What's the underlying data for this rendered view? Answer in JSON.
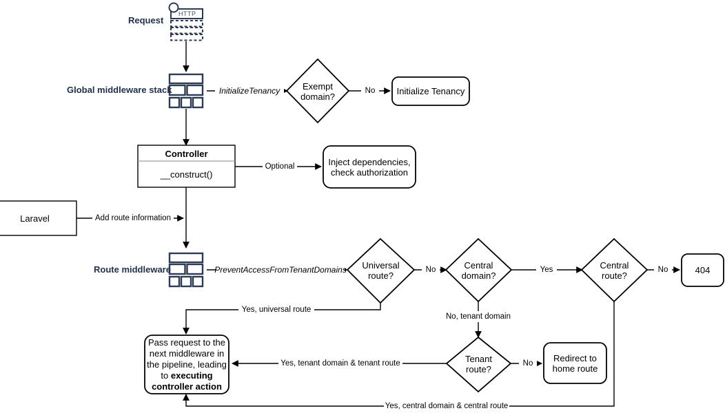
{
  "diagram": {
    "title": "Laravel multi-tenancy request lifecycle flowchart",
    "colors": {
      "label_navy": "#22304a",
      "stroke_black": "#000000",
      "icon_navy": "#2d3b52",
      "background": "#ffffff"
    }
  },
  "side_labels": [
    {
      "id": "request",
      "text": "Request"
    },
    {
      "id": "global-middleware-stack",
      "text": "Global middleware stack"
    },
    {
      "id": "route-middleware",
      "text": "Route middleware"
    }
  ],
  "icons": {
    "http_request": {
      "name": "http-request-icon",
      "label": "HTTP"
    },
    "global_stack": {
      "name": "middleware-stack-icon"
    },
    "route_stack": {
      "name": "middleware-stack-icon"
    }
  },
  "nodes": {
    "exempt_domain": {
      "label": "Exempt\ndomain?",
      "shape": "diamond"
    },
    "initialize_tenancy": {
      "label": "Initialize Tenancy",
      "shape": "rounded-rect"
    },
    "controller": {
      "title": "Controller",
      "body": "__construct()",
      "shape": "class-box"
    },
    "inject_dependencies": {
      "label": "Inject dependencies,\ncheck authorization",
      "shape": "rounded-rect"
    },
    "laravel": {
      "label": "Laravel",
      "shape": "rect"
    },
    "universal_route": {
      "label": "Universal\nroute?",
      "shape": "diamond"
    },
    "central_domain": {
      "label": "Central\ndomain?",
      "shape": "diamond"
    },
    "central_route": {
      "label": "Central\nroute?",
      "shape": "diamond"
    },
    "not_found": {
      "label": "404",
      "shape": "rounded-rect"
    },
    "tenant_route": {
      "label": "Tenant\nroute?",
      "shape": "diamond"
    },
    "redirect_home": {
      "label": "Redirect to\nhome route",
      "shape": "rounded-rect"
    },
    "pass_request": {
      "line1": "Pass request to the",
      "line2": "next middleware in",
      "line3": "the pipeline, leading",
      "line4_prefix": "to ",
      "line4_bold": "executing",
      "line5_bold": "controller action",
      "shape": "rounded-rect"
    }
  },
  "edge_labels": {
    "initialize_tenancy": "InitializeTenancy",
    "exempt_no": "No",
    "optional": "Optional",
    "add_route_information": "Add route information",
    "prevent_access": "PreventAccessFromTenantDomains",
    "universal_no": "No",
    "central_domain_yes": "Yes",
    "central_route_no": "No",
    "universal_yes": "Yes, universal route",
    "central_domain_no": "No, tenant domain",
    "tenant_route_yes": "Yes, tenant domain & tenant route",
    "tenant_route_no": "No",
    "central_route_yes": "Yes, central domain & central route"
  }
}
